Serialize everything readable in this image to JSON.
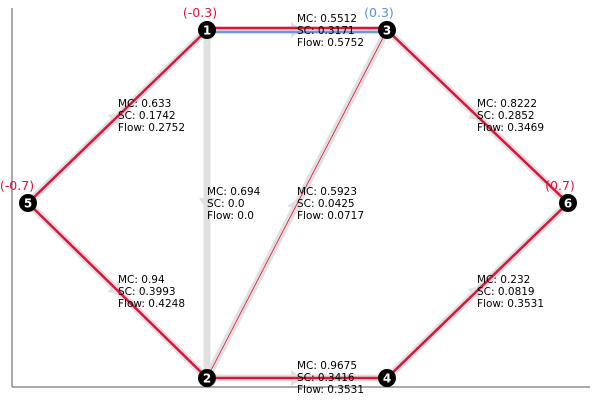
{
  "colors": {
    "flow": "#e0e0e0",
    "path": "#dc143c",
    "path_alt": "#6c98d6",
    "node": "#000000",
    "node_text": "#ffffff",
    "supply_negative": "#dc143c",
    "supply_positive": "#5b8fd8",
    "supply_positive_right": "#dc143c",
    "axis": "#555555"
  },
  "nodes": [
    {
      "id": "1",
      "label": "1",
      "supply": "(-0.3)"
    },
    {
      "id": "2",
      "label": "2",
      "supply": ""
    },
    {
      "id": "3",
      "label": "3",
      "supply": "(0.3)"
    },
    {
      "id": "4",
      "label": "4",
      "supply": ""
    },
    {
      "id": "5",
      "label": "5",
      "supply": "(-0.7)"
    },
    {
      "id": "6",
      "label": "6",
      "supply": "(0.7)"
    }
  ],
  "edges": [
    {
      "id": "e5-1",
      "from": "5",
      "to": "1",
      "mc": "MC: 0.633",
      "sc": "SC: 0.1742",
      "flow": "Flow: 0.2752",
      "flow_value": 0.2752
    },
    {
      "id": "e5-2",
      "from": "5",
      "to": "2",
      "mc": "MC: 0.94",
      "sc": "SC: 0.3993",
      "flow": "Flow: 0.4248",
      "flow_value": 0.4248
    },
    {
      "id": "e1-3",
      "from": "1",
      "to": "3",
      "mc": "MC: 0.5512",
      "sc": "SC: 0.3171",
      "flow": "Flow: 0.5752",
      "flow_value": 0.5752
    },
    {
      "id": "e1-2",
      "from": "1",
      "to": "2",
      "mc": "MC: 0.694",
      "sc": "SC: 0.0",
      "flow": "Flow: 0.0",
      "flow_value": 0.0
    },
    {
      "id": "e2-3",
      "from": "2",
      "to": "3",
      "mc": "MC: 0.5923",
      "sc": "SC: 0.0425",
      "flow": "Flow: 0.0717",
      "flow_value": 0.0717
    },
    {
      "id": "e2-4",
      "from": "2",
      "to": "4",
      "mc": "MC: 0.9675",
      "sc": "SC: 0.3416",
      "flow": "Flow: 0.3531",
      "flow_value": 0.3531
    },
    {
      "id": "e3-6",
      "from": "3",
      "to": "6",
      "mc": "MC: 0.8222",
      "sc": "SC: 0.2852",
      "flow": "Flow: 0.3469",
      "flow_value": 0.3469
    },
    {
      "id": "e4-6",
      "from": "4",
      "to": "6",
      "mc": "MC: 0.232",
      "sc": "SC: 0.0819",
      "flow": "Flow: 0.3531",
      "flow_value": 0.3531
    }
  ]
}
